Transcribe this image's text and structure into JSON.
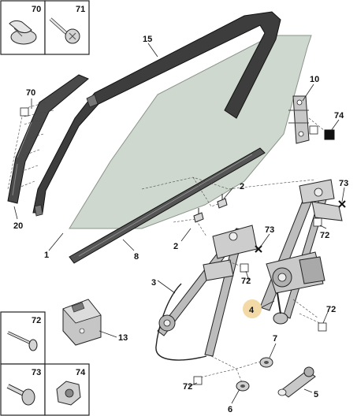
{
  "callouts": {
    "c70_box": "70",
    "c71_box": "71",
    "c15": "15",
    "c70_left": "70",
    "c10": "10",
    "c74_right": "74",
    "c20": "20",
    "c2_upper": "2",
    "c73_upper": "73",
    "c1": "1",
    "c8": "8",
    "c2_lower": "2",
    "c73_mid": "73",
    "c72_right_upper": "72",
    "c3": "3",
    "c72_mid": "72",
    "c4": "4",
    "c72_right_lower": "72",
    "c72_box": "72",
    "c13": "13",
    "c7": "7",
    "c73_box": "73",
    "c74_box": "74",
    "c72_bottom": "72",
    "c5": "5",
    "c6": "6"
  },
  "colors": {
    "glass": "#cfd8cf",
    "seal": "#3d3d3d",
    "metal": "#b9b9b9",
    "highlight": "#f3d9a6",
    "frame": "#222222"
  }
}
